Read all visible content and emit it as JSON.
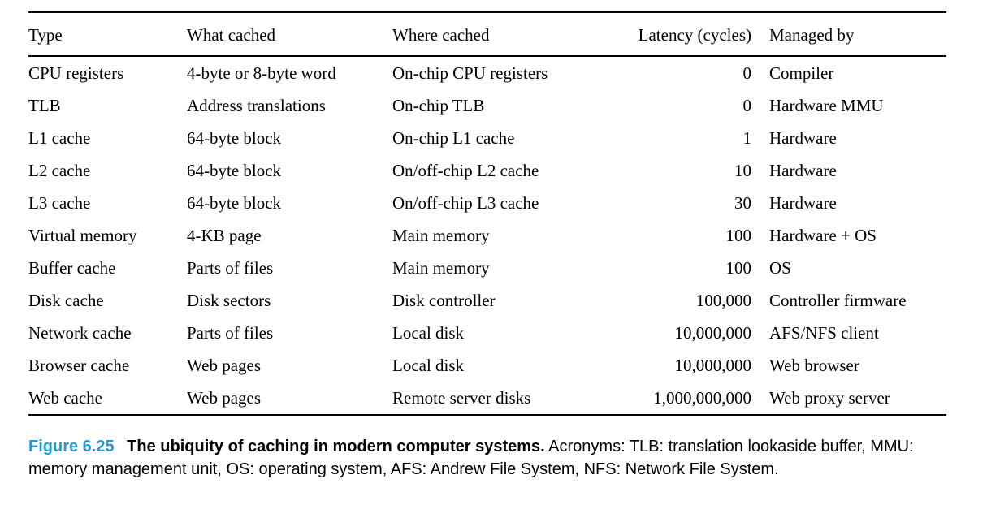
{
  "table": {
    "columns": [
      "Type",
      "What cached",
      "Where cached",
      "Latency (cycles)",
      "Managed by"
    ],
    "rows": [
      {
        "type": "CPU registers",
        "what_cached": "4-byte or 8-byte word",
        "where_cached": "On-chip CPU registers",
        "latency_cycles": "0",
        "managed_by": "Compiler"
      },
      {
        "type": "TLB",
        "what_cached": "Address translations",
        "where_cached": "On-chip TLB",
        "latency_cycles": "0",
        "managed_by": "Hardware MMU"
      },
      {
        "type": "L1 cache",
        "what_cached": "64-byte block",
        "where_cached": "On-chip L1 cache",
        "latency_cycles": "1",
        "managed_by": "Hardware"
      },
      {
        "type": "L2 cache",
        "what_cached": "64-byte block",
        "where_cached": "On/off-chip L2 cache",
        "latency_cycles": "10",
        "managed_by": "Hardware"
      },
      {
        "type": "L3 cache",
        "what_cached": "64-byte block",
        "where_cached": "On/off-chip L3 cache",
        "latency_cycles": "30",
        "managed_by": "Hardware"
      },
      {
        "type": "Virtual memory",
        "what_cached": "4-KB page",
        "where_cached": "Main memory",
        "latency_cycles": "100",
        "managed_by": "Hardware + OS"
      },
      {
        "type": "Buffer cache",
        "what_cached": "Parts of files",
        "where_cached": "Main memory",
        "latency_cycles": "100",
        "managed_by": "OS"
      },
      {
        "type": "Disk cache",
        "what_cached": "Disk sectors",
        "where_cached": "Disk controller",
        "latency_cycles": "100,000",
        "managed_by": "Controller firmware"
      },
      {
        "type": "Network cache",
        "what_cached": "Parts of files",
        "where_cached": "Local disk",
        "latency_cycles": "10,000,000",
        "managed_by": "AFS/NFS client"
      },
      {
        "type": "Browser cache",
        "what_cached": "Web pages",
        "where_cached": "Local disk",
        "latency_cycles": "10,000,000",
        "managed_by": "Web browser"
      },
      {
        "type": "Web cache",
        "what_cached": "Web pages",
        "where_cached": "Remote server disks",
        "latency_cycles": "1,000,000,000",
        "managed_by": "Web proxy server"
      }
    ]
  },
  "caption": {
    "figure_label": "Figure 6.25",
    "title": "The ubiquity of caching in modern computer systems.",
    "text": "Acronyms: TLB: translation lookaside buffer, MMU: memory management unit, OS: operating system, AFS: Andrew File System, NFS: Network File System.",
    "label_color": "#2498d2"
  }
}
